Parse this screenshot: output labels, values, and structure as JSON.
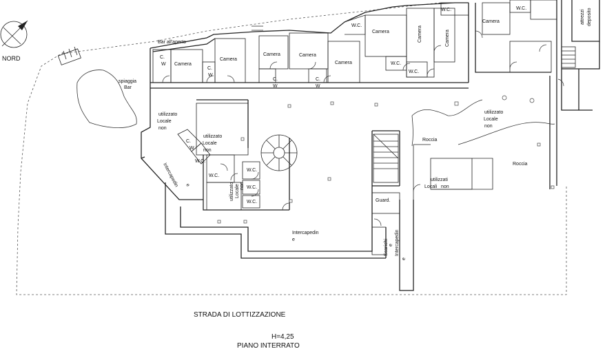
{
  "compass": {
    "label": "NORD"
  },
  "rooms": {
    "bar_aperto": "Bar all'aperto",
    "camera": "Camera",
    "cw_c": "C.",
    "cw_w": "W",
    "wc": "W.C.",
    "spiaggia": "spiaggia",
    "bar": "Bar",
    "utilizzato": "utilizzato",
    "locale": "Locale",
    "non": "non",
    "utilizzati": "utilizzati",
    "locali": "Locali",
    "roccia": "Roccia",
    "attrezzi": "attrezzi",
    "deposito": "deposito",
    "guard": "Guard.",
    "intercapedin": "Intercapedin",
    "e": "e",
    "intercapedine_v": "Intercapedin",
    "scarichi": "Scarichi"
  },
  "street": {
    "label": "STRADA DI LOTTIZZAZIONE"
  },
  "level": {
    "height": "H=4,25",
    "name": "PIANO INTERRATO"
  }
}
